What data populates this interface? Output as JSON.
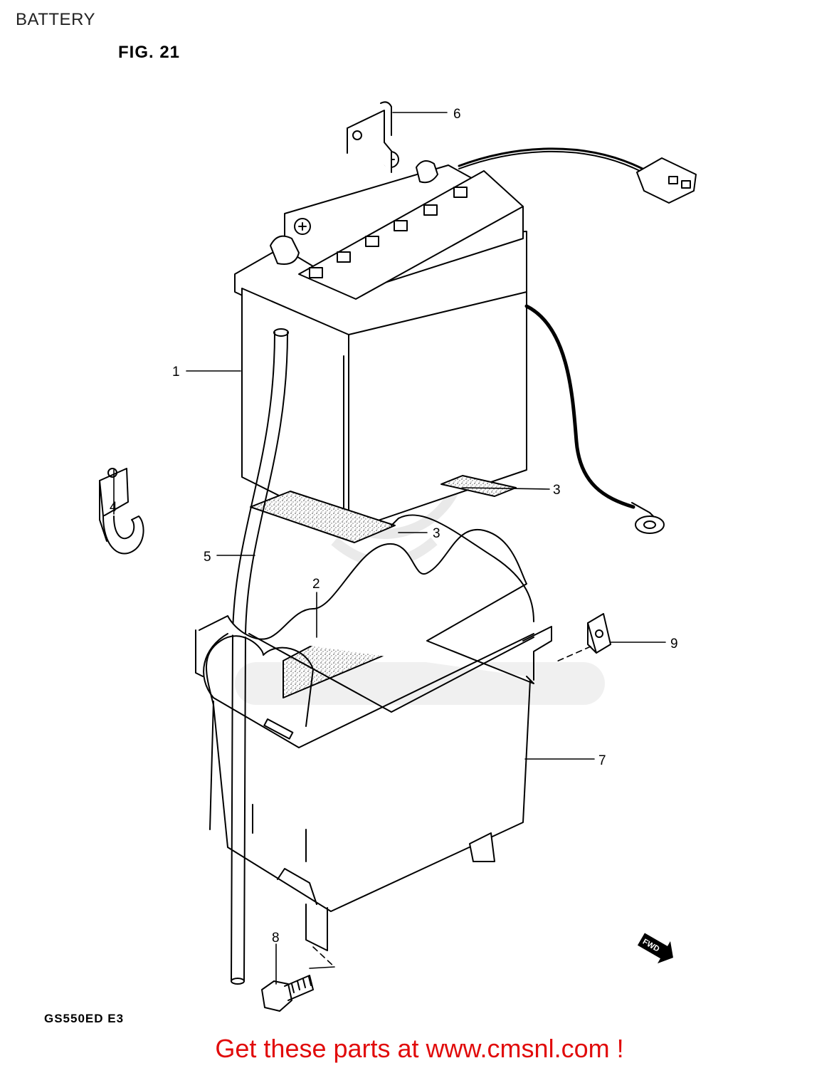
{
  "header": {
    "title": "BATTERY"
  },
  "figure": {
    "label": "FIG. 21",
    "model_code": "GS550ED  E3",
    "fwd_label": "FWD"
  },
  "callouts": [
    {
      "id": "1",
      "label": "1"
    },
    {
      "id": "2",
      "label": "2"
    },
    {
      "id": "3a",
      "label": "3"
    },
    {
      "id": "3b",
      "label": "3"
    },
    {
      "id": "4",
      "label": "4"
    },
    {
      "id": "5",
      "label": "5"
    },
    {
      "id": "6",
      "label": "6"
    },
    {
      "id": "7",
      "label": "7"
    },
    {
      "id": "8",
      "label": "8"
    },
    {
      "id": "9",
      "label": "9"
    }
  ],
  "footer": {
    "text": "Get these parts at www.cmsnl.com !"
  },
  "colors": {
    "footer_text": "#e10b0b",
    "line": "#000000",
    "watermark": "#d8d8d8"
  }
}
